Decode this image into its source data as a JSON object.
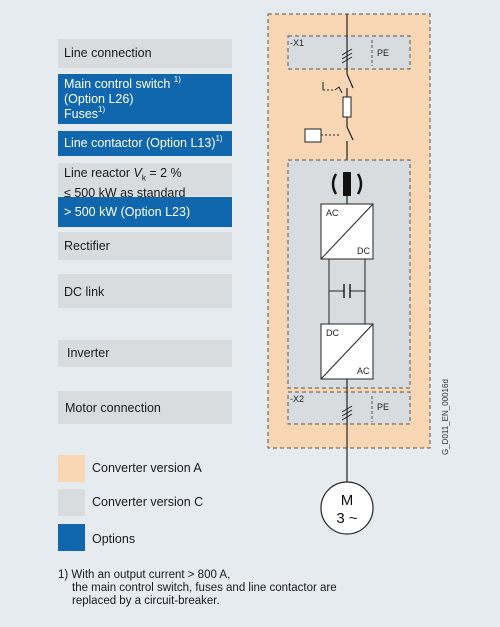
{
  "labels": {
    "line_connection": "Line connection",
    "main_switch_line1": "Main control switch",
    "main_switch_line2": "(Option L26)",
    "fuses": "Fuses",
    "line_contactor": "Line contactor (Option L13)",
    "line_reactor_line1": "Line reactor",
    "line_reactor_vk": "V",
    "line_reactor_sub": "k",
    "line_reactor_value": " = 2 %",
    "line_reactor_line2": "≤ 500 kW as standard",
    "reactor_option": "> 500 kW (Option L23)",
    "rectifier": "Rectifier",
    "dc_link": "DC link",
    "inverter": "Inverter",
    "motor_connection": "Motor connection",
    "footnote_mark": "1)"
  },
  "legend": [
    {
      "label": "Converter version A",
      "color": "#f9d6b4"
    },
    {
      "label": "Converter version C",
      "color": "#d9dcdf"
    },
    {
      "label": "Options",
      "color": "#1167ae"
    }
  ],
  "footnote": {
    "line1": "1) With an output current > 800 A,",
    "line2": "the main control switch, fuses and line contactor are",
    "line3": "replaced by a circuit-breaker."
  },
  "diagram": {
    "terminal_top": "-X1",
    "terminal_bottom": "-X2",
    "pe": "PE",
    "rectifier_ac": "AC",
    "rectifier_dc": "DC",
    "inverter_dc": "DC",
    "inverter_ac": "AC",
    "motor_m": "M",
    "motor_phase": "3 ~",
    "drawing_id": "G_D011_EN_00016d"
  },
  "colors": {
    "version_a": "#f9d6b4",
    "version_c": "#d9dcdf",
    "options": "#1167ae",
    "background": "#e6ebf0"
  }
}
